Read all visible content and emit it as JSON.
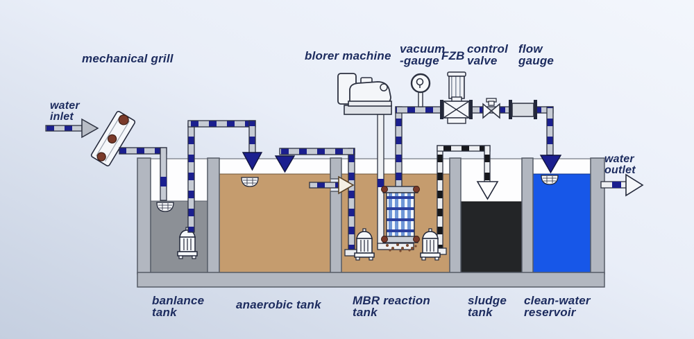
{
  "title": "MBR wastewater treatment process flow diagram",
  "labels": {
    "water_inlet": {
      "line1": "water",
      "line2": "inlet"
    },
    "mechanical_grill": "mechanical grill",
    "blower_machine": "blorer machine",
    "vacuum_gauge": {
      "line1": "vacuum",
      "line2": "-gauge"
    },
    "fzb": "FZB",
    "control_valve": {
      "line1": "control",
      "line2": "valve"
    },
    "flow_gauge": {
      "line1": "flow",
      "line2": "gauge"
    },
    "water_outlet": {
      "line1": "water",
      "line2": "outlet"
    },
    "balance_tank": {
      "line1": "banlance",
      "line2": "tank"
    },
    "anaerobic_tank": "anaerobic tank",
    "mbr_tank": {
      "line1": "MBR reaction",
      "line2": "tank"
    },
    "sludge_tank": {
      "line1": "sludge",
      "line2": "tank"
    },
    "clean_water_reservoir": {
      "line1": "clean-water",
      "line2": "reservoir"
    }
  },
  "icons": {
    "mechanical_grill_icon": "inclined bar-screen with drive gears",
    "submersible_pump_icon": "submersible pump",
    "strainer_icon": "surface strainer mesh",
    "membrane_module_icon": "MBR membrane cassette",
    "blower_icon": "roots blower on platform",
    "vacuum_gauge_icon": "round pressure dial",
    "fzb_pump_icon": "vertical self-priming pump",
    "control_valve_icon": "inline valve",
    "flow_gauge_icon": "inline flow meter",
    "flow_arrow_icon": "flow direction arrow"
  },
  "colors": {
    "label_text": "#1c2b5e",
    "pipe_segment_blue": "#1b1f8f",
    "pipe_body_gray": "#c6cbd4",
    "sludge_pipe_black": "#17181c",
    "balance_tank_water": "#8c9096",
    "anaerobic_tank_water": "#c59c6e",
    "mbr_tank_water": "#c59c6e",
    "sludge_tank_water": "#232527",
    "clean_water": "#1757e8",
    "tank_wall_gray": "#b2b7c0",
    "background_top": "#f3f6fc",
    "background_bottom": "#c5cfe0"
  }
}
